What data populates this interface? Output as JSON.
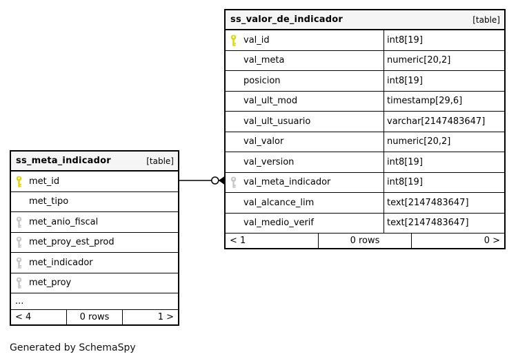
{
  "page": {
    "footer_note": "Generated by SchemaSpy"
  },
  "colors": {
    "primary_key": "#dcd600",
    "foreign_key": "#c6c6c6",
    "header_bg": "#f5f5f5",
    "border": "#000000"
  },
  "tables": [
    {
      "title": "ss_meta_indicador",
      "badge": "[table]",
      "columns": [
        {
          "icon": "primary-key",
          "name": "met_id"
        },
        {
          "icon": null,
          "name": "met_tipo"
        },
        {
          "icon": "foreign-key",
          "name": "met_anio_fiscal"
        },
        {
          "icon": "foreign-key",
          "name": "met_proy_est_prod"
        },
        {
          "icon": "foreign-key",
          "name": "met_indicador"
        },
        {
          "icon": "foreign-key",
          "name": "met_proy"
        }
      ],
      "ellipsis": "...",
      "footer": {
        "left": "< 4",
        "center": "0 rows",
        "right": "1 >"
      }
    },
    {
      "title": "ss_valor_de_indicador",
      "badge": "[table]",
      "columns": [
        {
          "icon": "primary-key",
          "name": "val_id",
          "type": "int8[19]"
        },
        {
          "icon": null,
          "name": "val_meta",
          "type": "numeric[20,2]"
        },
        {
          "icon": null,
          "name": "posicion",
          "type": "int8[19]"
        },
        {
          "icon": null,
          "name": "val_ult_mod",
          "type": "timestamp[29,6]"
        },
        {
          "icon": null,
          "name": "val_ult_usuario",
          "type": "varchar[2147483647]"
        },
        {
          "icon": null,
          "name": "val_valor",
          "type": "numeric[20,2]"
        },
        {
          "icon": null,
          "name": "val_version",
          "type": "int8[19]"
        },
        {
          "icon": "foreign-key",
          "name": "val_meta_indicador",
          "type": "int8[19]"
        },
        {
          "icon": null,
          "name": "val_alcance_lim",
          "type": "text[2147483647]"
        },
        {
          "icon": null,
          "name": "val_medio_verif",
          "type": "text[2147483647]"
        }
      ],
      "footer": {
        "left": "< 1",
        "center": "0 rows",
        "right": "0 >"
      }
    }
  ],
  "relationship": {
    "from_table": "ss_meta_indicador",
    "from_column": "met_id",
    "to_table": "ss_valor_de_indicador",
    "to_column": "val_meta_indicador"
  }
}
